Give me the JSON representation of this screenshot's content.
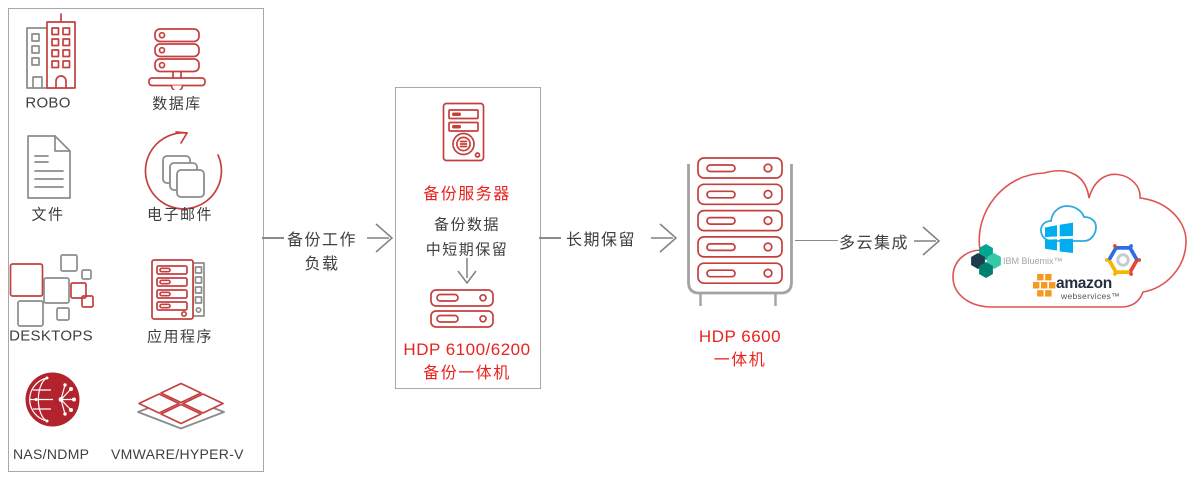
{
  "palette": {
    "icon_red": "#c4403f",
    "dark_red_fill": "#b2232e",
    "text_red": "#e8231f",
    "icon_gray": "#8c8c8c",
    "text_dark": "#3f3f3f",
    "border_gray": "#a8a8a8",
    "cloud_outline_red": "#dd5452",
    "azure_blue": "#2caae2",
    "windows_blue": "#00adef",
    "aws_orange": "#f7981d",
    "aws_dark": "#232f3e",
    "gcp_blue": "#2e6de5",
    "gcp_red": "#e84436",
    "gcp_yellow": "#f6b704",
    "bluemix_dark": "#1d3d4f",
    "bluemix_teal": "#00a78f"
  },
  "sources": {
    "items": [
      {
        "icon": "building-robo",
        "label": "ROBO"
      },
      {
        "icon": "database-stack",
        "label": "数据库"
      },
      {
        "icon": "document-file",
        "label": "文件"
      },
      {
        "icon": "email-sync",
        "label": "电子邮件"
      },
      {
        "icon": "desktops-squares",
        "label": "DESKTOPS"
      },
      {
        "icon": "application-server",
        "label": "应用程序"
      },
      {
        "icon": "nas-globe",
        "label": "NAS/NDMP"
      },
      {
        "icon": "vmware-layers",
        "label": "VMWARE/HYPER-V"
      }
    ]
  },
  "flows": {
    "backup_workload_line1": "备份工作",
    "backup_workload_line2": "负载",
    "long_term_retention": "长期保留",
    "multicloud_integration": "多云集成"
  },
  "backup_box": {
    "server_label": "备份服务器",
    "data_label_line1": "备份数据",
    "data_label_line2": "中短期保留",
    "appliance_name": "HDP 6100/6200",
    "appliance_type": "备份一体机"
  },
  "hdp6600": {
    "name": "HDP 6600",
    "type": "一体机"
  },
  "cloud": {
    "ibm_bluemix_label": "IBM Bluemix™",
    "aws_label_line1": "amazon",
    "aws_label_line2": "webservices™"
  }
}
